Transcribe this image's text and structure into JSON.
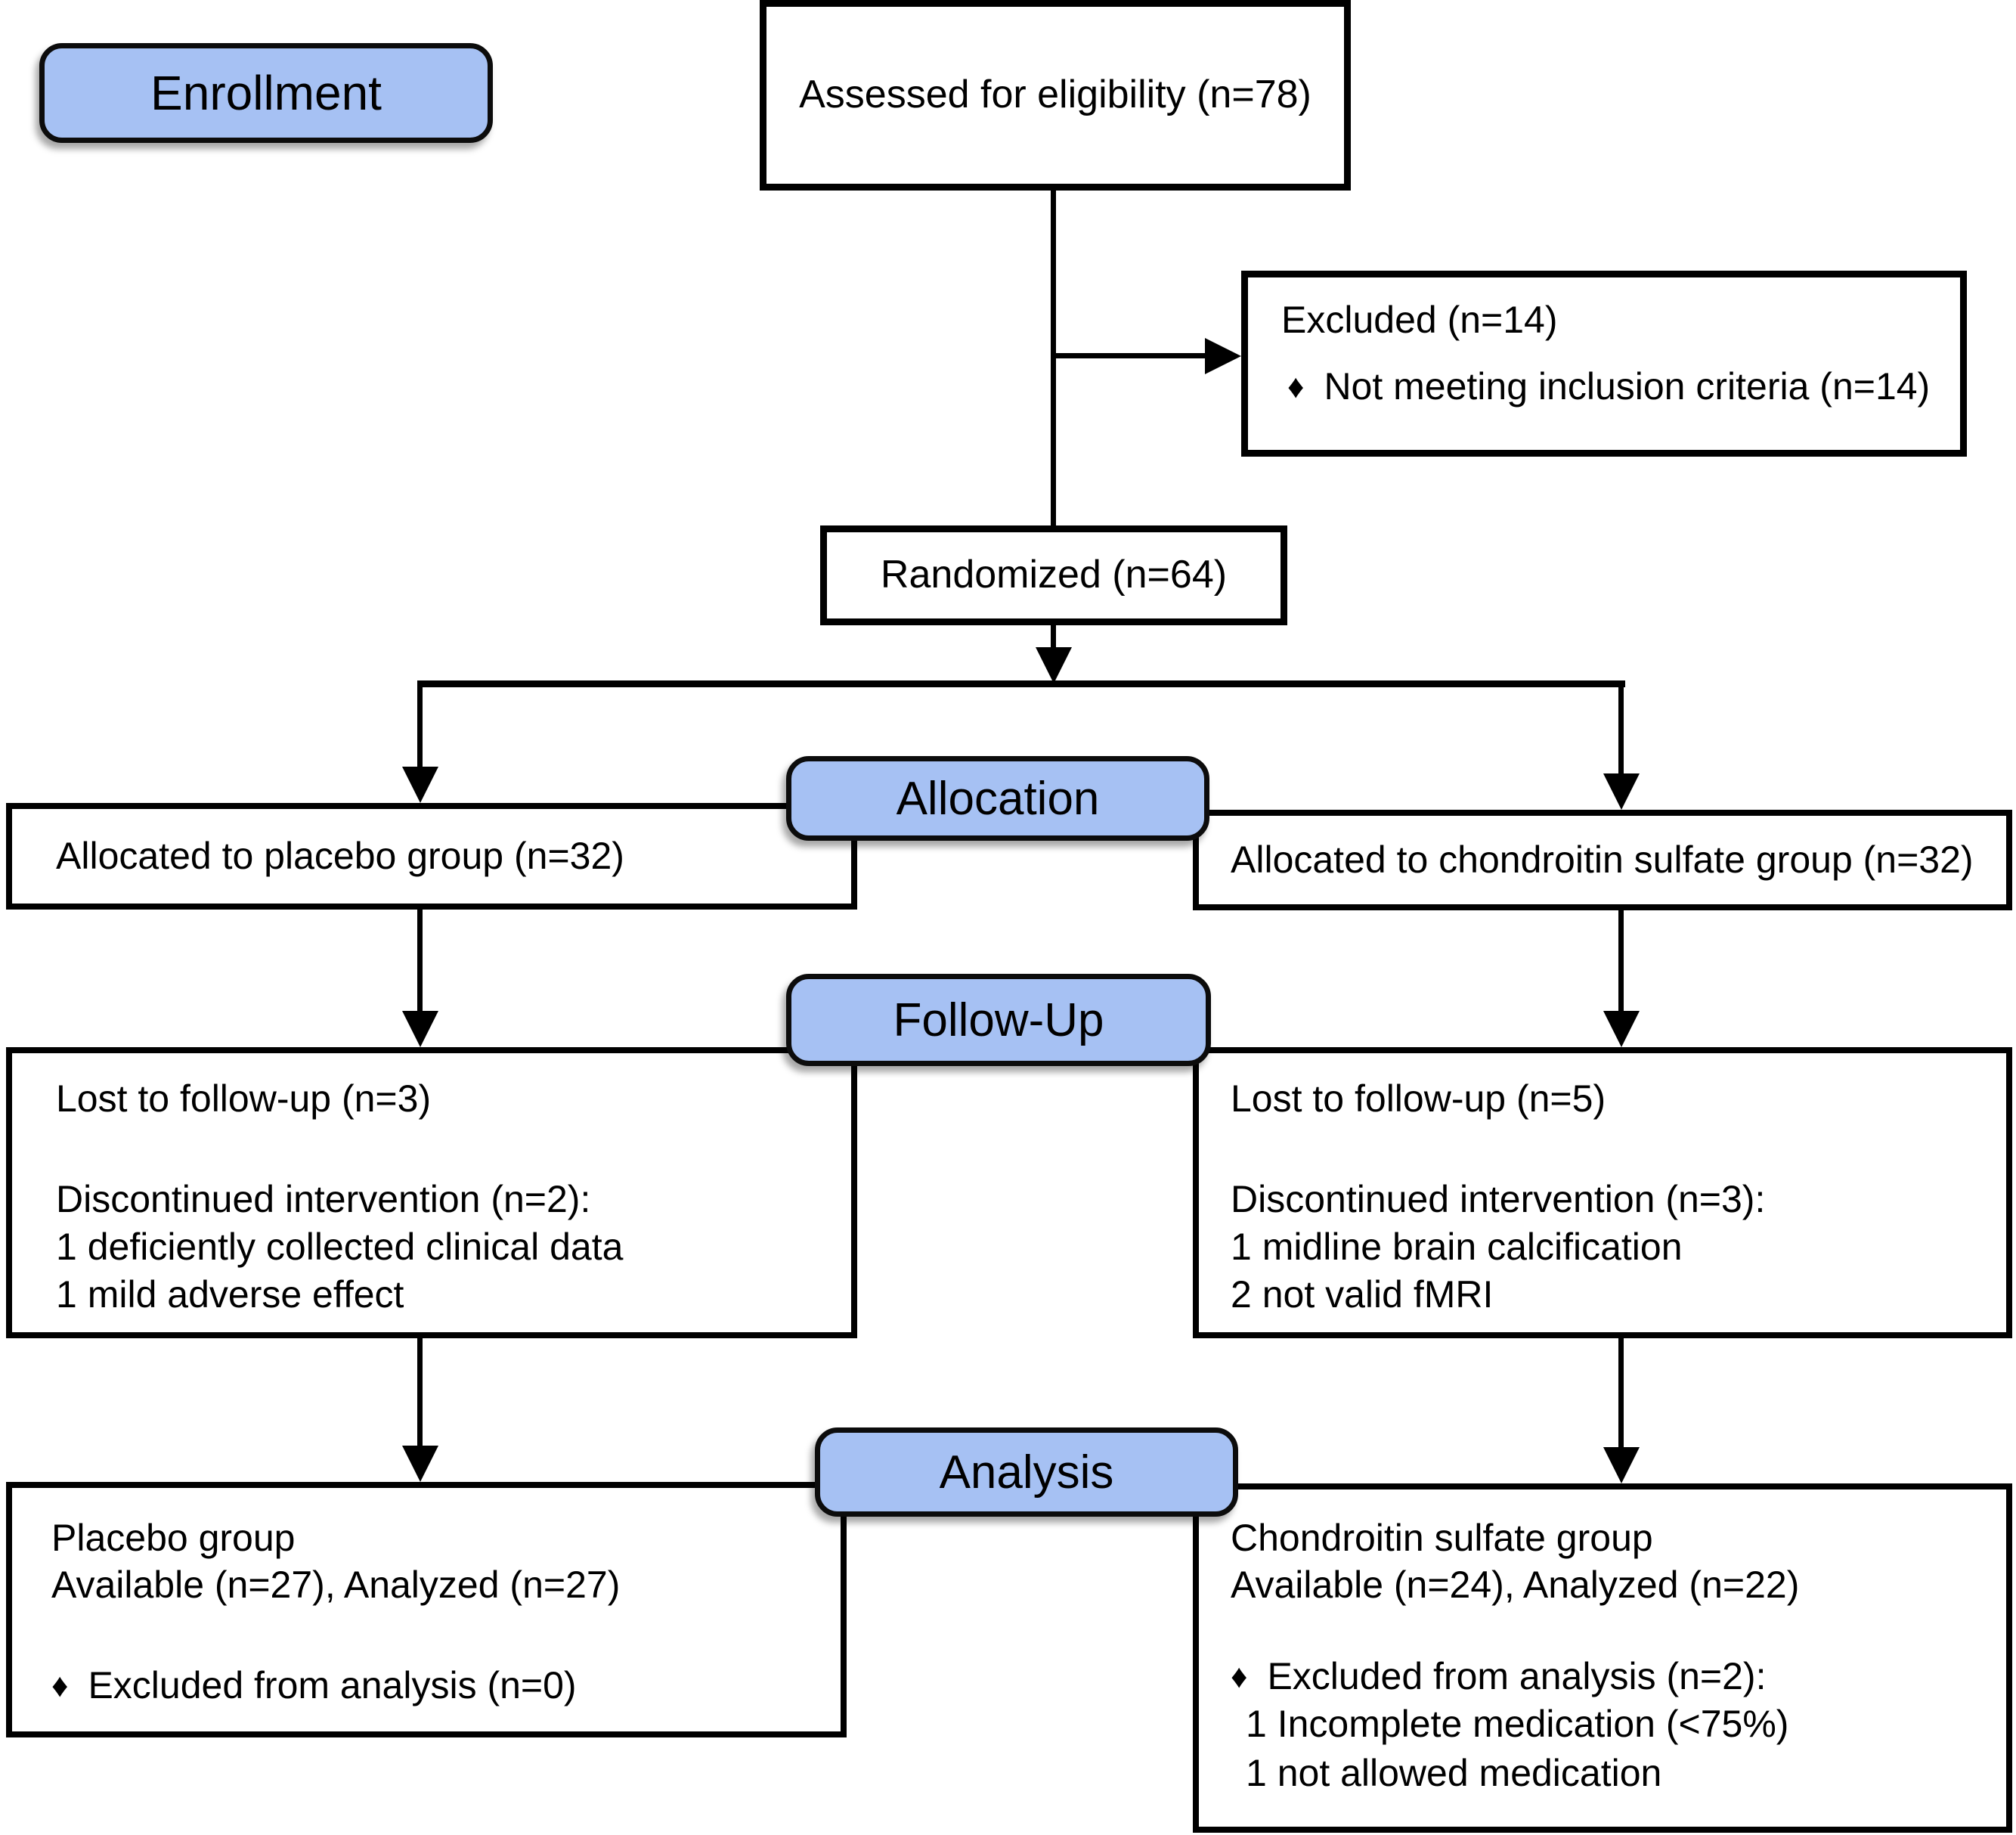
{
  "diagram": {
    "kind": "CONSORT participant flow diagram"
  },
  "colors": {
    "stage_fill": "#a6c1f3",
    "line": "#000000",
    "background": "#ffffff"
  },
  "glyphs": {
    "diamond": "♦"
  },
  "stages": {
    "enrollment": "Enrollment",
    "allocation": "Allocation",
    "followup": "Follow-Up",
    "analysis": "Analysis"
  },
  "enrollment": {
    "assessed": "Assessed for eligibility (n=78)",
    "excluded_title": "Excluded (n=14)",
    "excluded_reason": "Not meeting inclusion criteria (n=14)",
    "randomized": "Randomized (n=64)"
  },
  "allocation": {
    "left": "Allocated to placebo group (n=32)",
    "right": "Allocated to chondroitin sulfate group (n=32)"
  },
  "followup": {
    "left": {
      "lost": "Lost to follow-up (n=3)",
      "discontinued": "Discontinued intervention (n=2):",
      "reason1": "1 deficiently collected clinical data",
      "reason2": "1 mild adverse effect"
    },
    "right": {
      "lost": "Lost to follow-up (n=5)",
      "discontinued": "Discontinued intervention (n=3):",
      "reason1": "1 midline brain calcification",
      "reason2": "2 not valid fMRI"
    }
  },
  "analysis": {
    "left": {
      "group": "Placebo group",
      "counts": "Available (n=27), Analyzed (n=27)",
      "excluded": "Excluded from analysis (n=0)"
    },
    "right": {
      "group": "Chondroitin sulfate group",
      "counts": "Available (n=24), Analyzed (n=22)",
      "excluded": "Excluded from analysis (n=2):",
      "reason1": "1 Incomplete medication (<75%)",
      "reason2": "1 not allowed medication"
    }
  }
}
